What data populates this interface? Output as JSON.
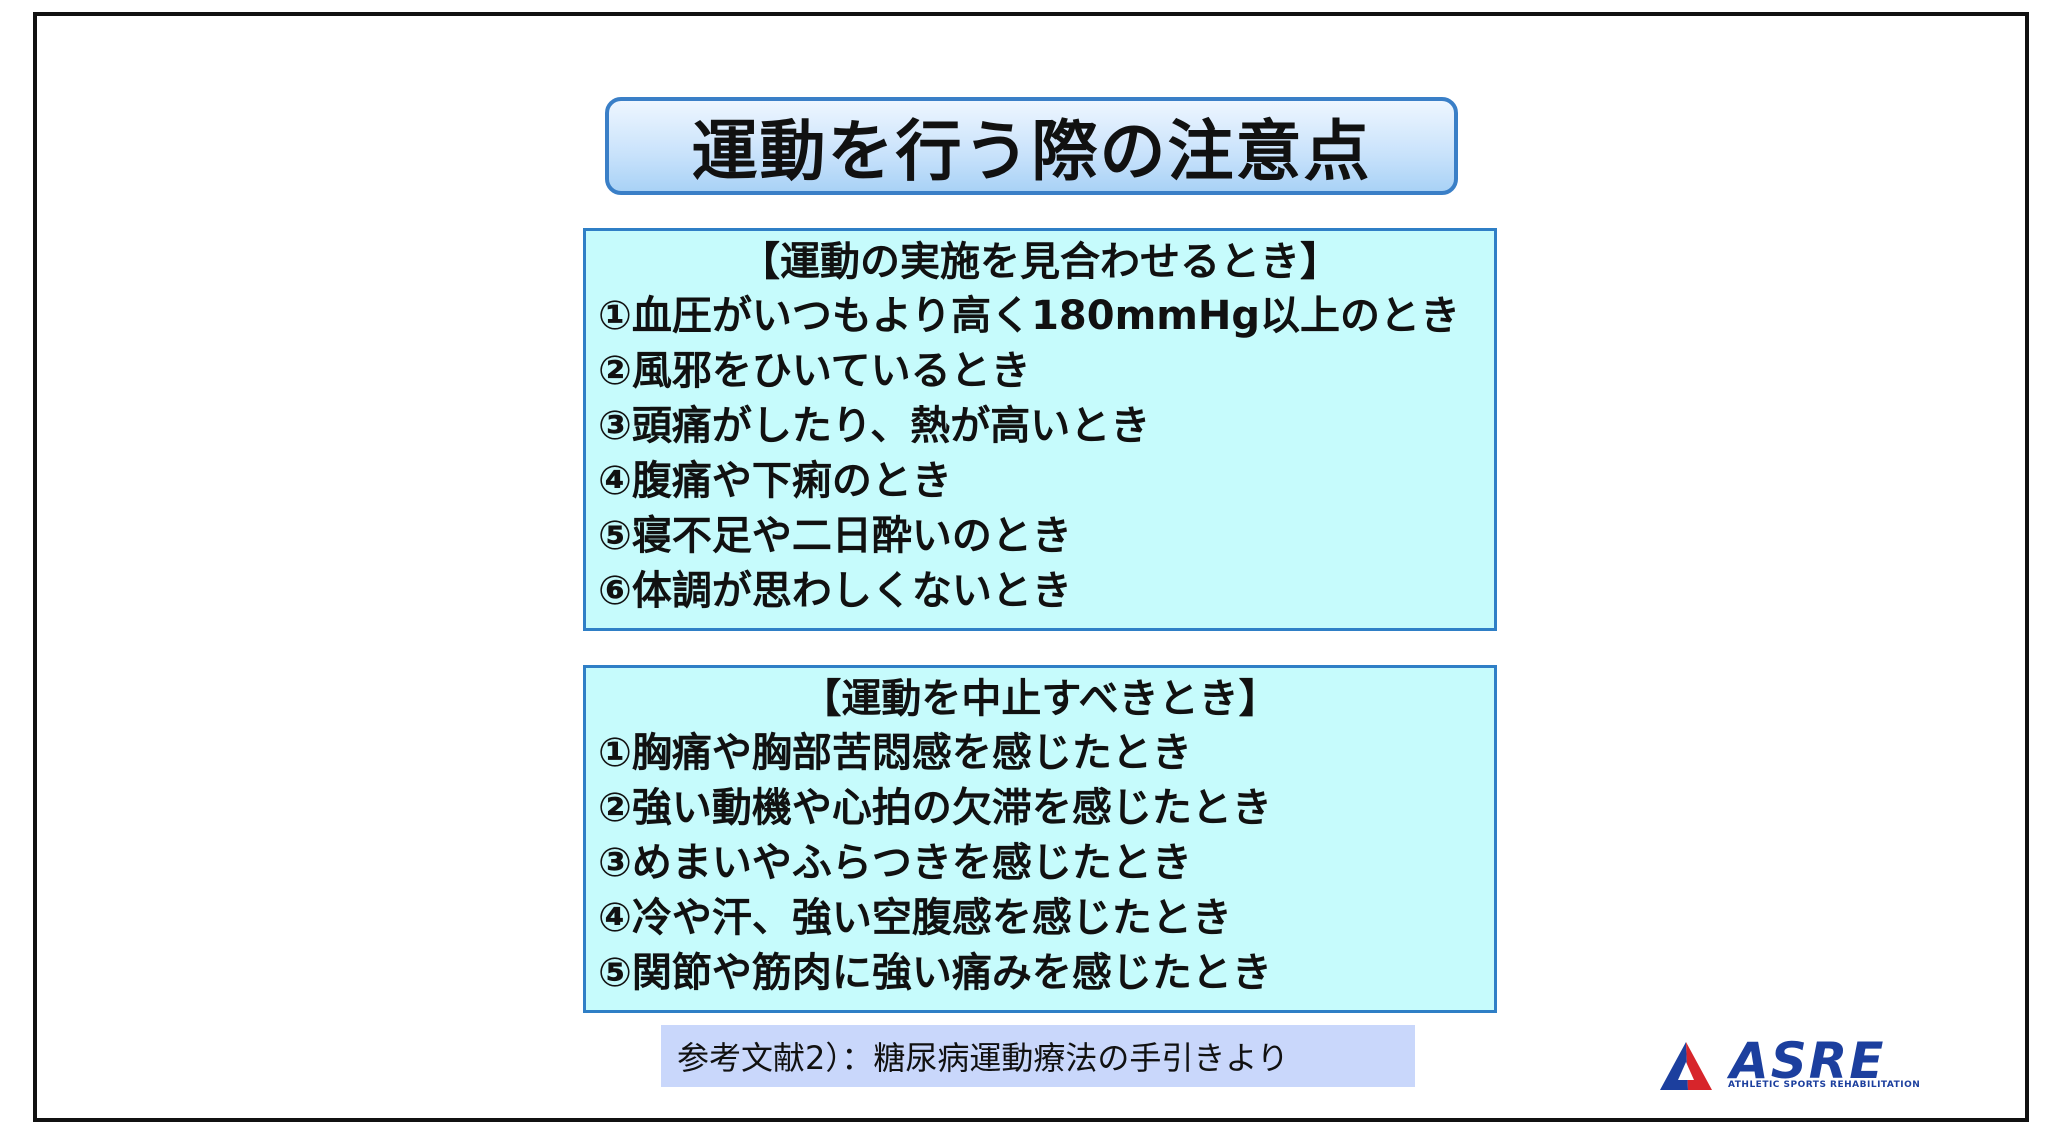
{
  "slide": {
    "title": "運動を行う際の注意点"
  },
  "panels": [
    {
      "heading": "【運動の実施を見合わせるとき】",
      "items": [
        "①血圧がいつもより高く180mmHg以上のとき",
        "②風邪をひいているとき",
        "③頭痛がしたり、熱が高いとき",
        "④腹痛や下痢のとき",
        "⑤寝不足や二日酔いのとき",
        "⑥体調が思わしくないとき"
      ]
    },
    {
      "heading": "【運動を中止すべきとき】",
      "items": [
        "①胸痛や胸部苦悶感を感じたとき",
        "②強い動機や心拍の欠滞を感じたとき",
        "③めまいやふらつきを感じたとき",
        "④冷や汗、強い空腹感を感じたとき",
        "⑤関節や筋肉に強い痛みを感じたとき"
      ]
    }
  ],
  "reference": {
    "text": "参考文献2）：糖尿病運動療法の手引きより"
  },
  "logo": {
    "wordmark": "ASRE",
    "tagline": "ATHLETIC   SPORTS   REHABILITATION",
    "colors": {
      "triangle_left": "#1c3f9e",
      "triangle_right": "#d7252b",
      "text": "#1c3f9e"
    }
  },
  "colors": {
    "panel_fill": "#c6fbfc",
    "panel_border": "#2f7fc6",
    "title_border": "#3a7fc7",
    "reference_fill": "#c9d7fb"
  }
}
